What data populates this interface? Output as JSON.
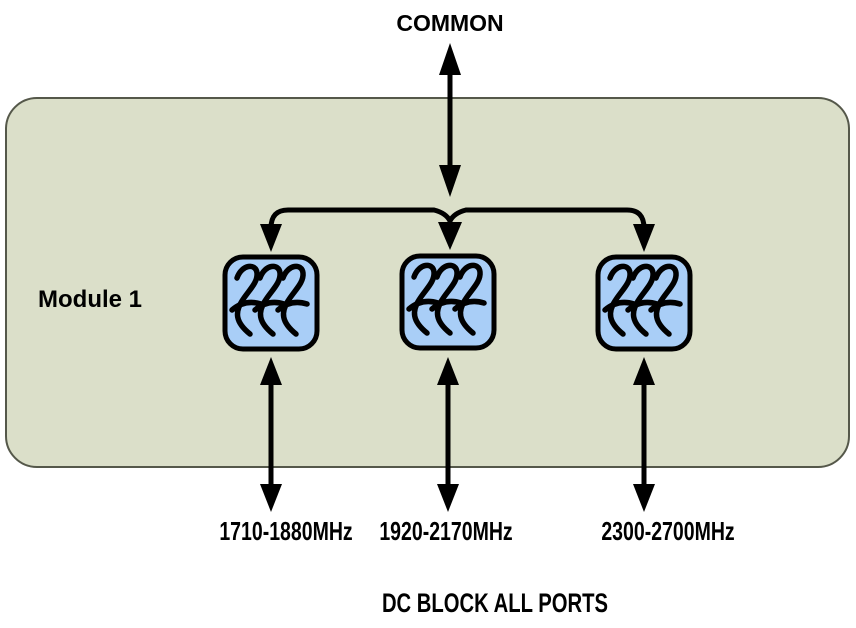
{
  "diagram": {
    "title_note": "RF triplexer module block diagram",
    "common_label": "COMMON",
    "module_label": "Module 1",
    "dc_note": "DC BLOCK ALL PORTS",
    "ports": [
      {
        "label": "1710-1880MHz"
      },
      {
        "label": "1920-2170MHz"
      },
      {
        "label": "2300-2700MHz"
      }
    ],
    "filters": [
      {
        "name": "filter-1710-1880"
      },
      {
        "name": "filter-1920-2170"
      },
      {
        "name": "filter-2300-2700"
      }
    ],
    "icons": {
      "filter_icon": "three-wavy-lines-filter-symbol",
      "arrow_icon": "double-headed-arrow"
    },
    "colors": {
      "background": "#ffffff",
      "module_fill": "#dbdfc9",
      "module_border": "#55584a",
      "filter_fill": "#a9cef7",
      "line": "#000000",
      "text": "#000000"
    }
  }
}
